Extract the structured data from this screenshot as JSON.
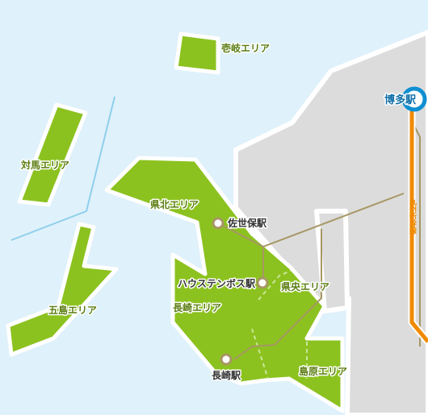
{
  "areas": {
    "iki": "壱岐エリア",
    "tsushima": "対馬エリア",
    "goto": "五島エリア",
    "kenpoku": "県北エリア",
    "kenou": "県央エリア",
    "nagasaki": "長崎エリア",
    "shimabara": "島原エリア"
  },
  "stations": {
    "hakata": "博多駅",
    "sasebo": "佐世保駅",
    "huis_ten_bosch": "ハウステンボス駅",
    "nagasaki": "長崎駅"
  },
  "lines": {
    "kyushu_shinkansen": "九州新幹線"
  },
  "colors": {
    "sea": "#dff1fb",
    "land_gray": "#dcdcdc",
    "area_green": "#8cc21f",
    "rail": "#a79764",
    "shinkansen": "#f08a00",
    "station_ring": "#0e8fd1"
  }
}
